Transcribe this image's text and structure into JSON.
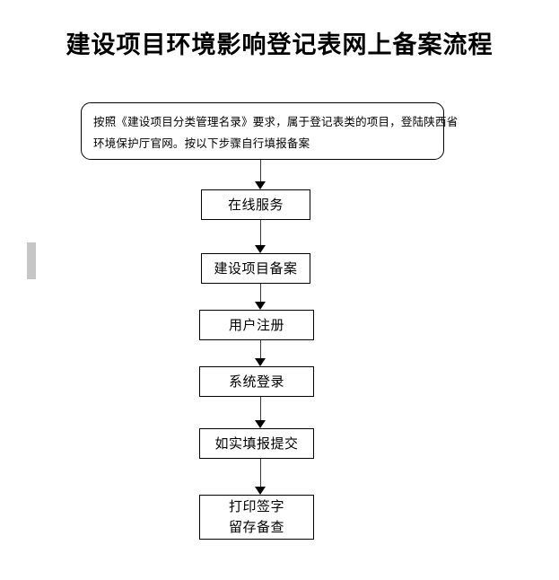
{
  "page": {
    "title": "建设项目环境影响登记表网上备案流程"
  },
  "intro_note": {
    "line1": "按照《建设项目分类管理名录》要求，属于登记表类的项目，登陆陕西省",
    "line2": "环境保护厅官网。按以下步骤自行填报备案"
  },
  "flow": {
    "steps": [
      {
        "id": "online-service",
        "label": "在线服务"
      },
      {
        "id": "project-filing",
        "label": "建设项目备案"
      },
      {
        "id": "user-registration",
        "label": "用户注册"
      },
      {
        "id": "system-login",
        "label": "系统登录"
      },
      {
        "id": "truthful-submission",
        "label": "如实填报提交"
      },
      {
        "id": "print-sign-archive",
        "label_line1": "打印签字",
        "label_line2": "留存备查"
      }
    ]
  },
  "colors": {
    "background": "#ffffff",
    "stroke": "#000000",
    "connector": "#3a3a3a",
    "marker_gray": "#c6c6c6"
  }
}
